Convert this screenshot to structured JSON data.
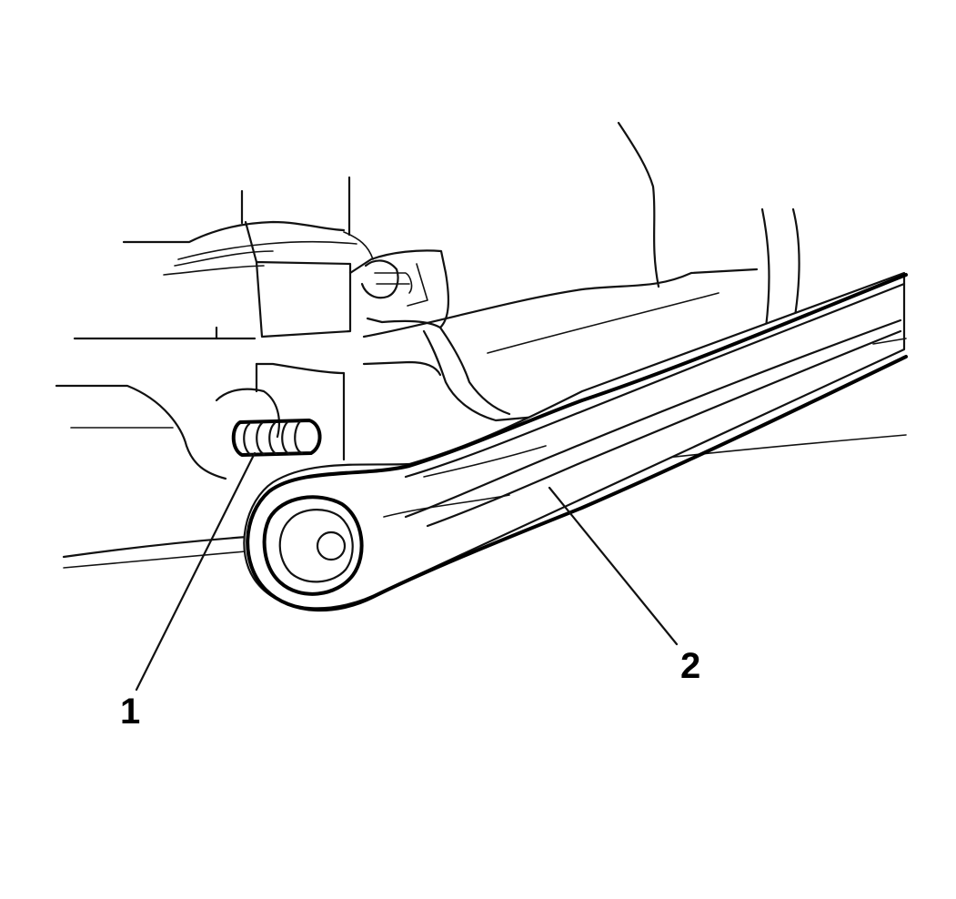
{
  "callouts": [
    {
      "label": "1",
      "part": "stud"
    },
    {
      "label": "2",
      "part": "control-arm"
    }
  ]
}
